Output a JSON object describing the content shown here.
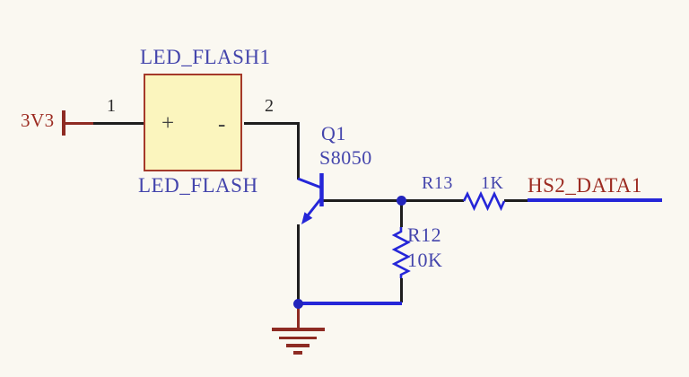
{
  "colors": {
    "bg": "#FAF8F1",
    "wire-black": "#1E1E1E",
    "wire-blue": "#2526D8",
    "symbol-blue": "#2526D8",
    "label-blue": "#4445AC",
    "net-red": "#9C2B21",
    "power-red": "#8E2B23",
    "pin-black": "#2A2A2A",
    "box-fill": "#FBF5BE",
    "box-border": "#A5392A",
    "junction-blue": "#2224BC"
  },
  "power_port": {
    "label": "3V3"
  },
  "led": {
    "designator": "LED_FLASH1",
    "comment": "LED_FLASH",
    "pin1_number": "1",
    "pin2_number": "2",
    "plus": "+",
    "minus": "-"
  },
  "transistor": {
    "designator": "Q1",
    "part_number": "S8050",
    "type": "NPN"
  },
  "resistor_r13": {
    "designator": "R13",
    "value": "1K"
  },
  "resistor_r12": {
    "designator": "R12",
    "value": "10K"
  },
  "net_label": {
    "label": "HS2_DATA1"
  }
}
